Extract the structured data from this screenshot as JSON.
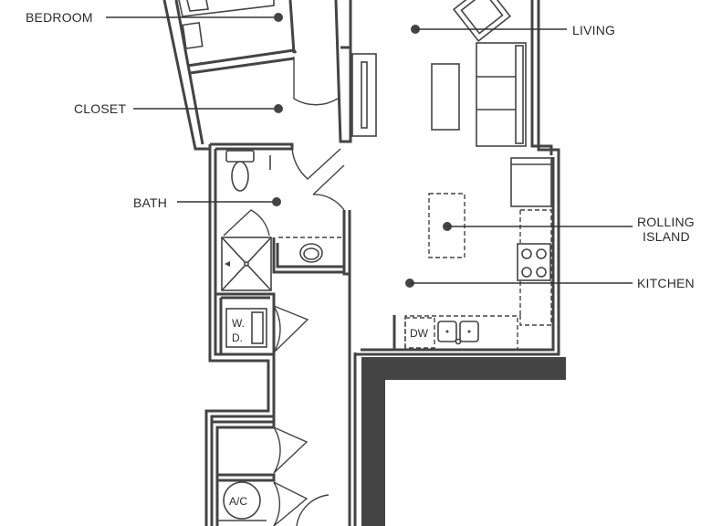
{
  "rooms": {
    "bedroom": "BEDROOM",
    "closet": "CLOSET",
    "bath": "BATH",
    "living": "LIVING",
    "rolling_island_line1": "ROLLING",
    "rolling_island_line2": "ISLAND",
    "kitchen": "KITCHEN"
  },
  "fixtures": {
    "dishwasher": "DW",
    "washer": "W.",
    "dryer": "D.",
    "ac": "A/C"
  }
}
